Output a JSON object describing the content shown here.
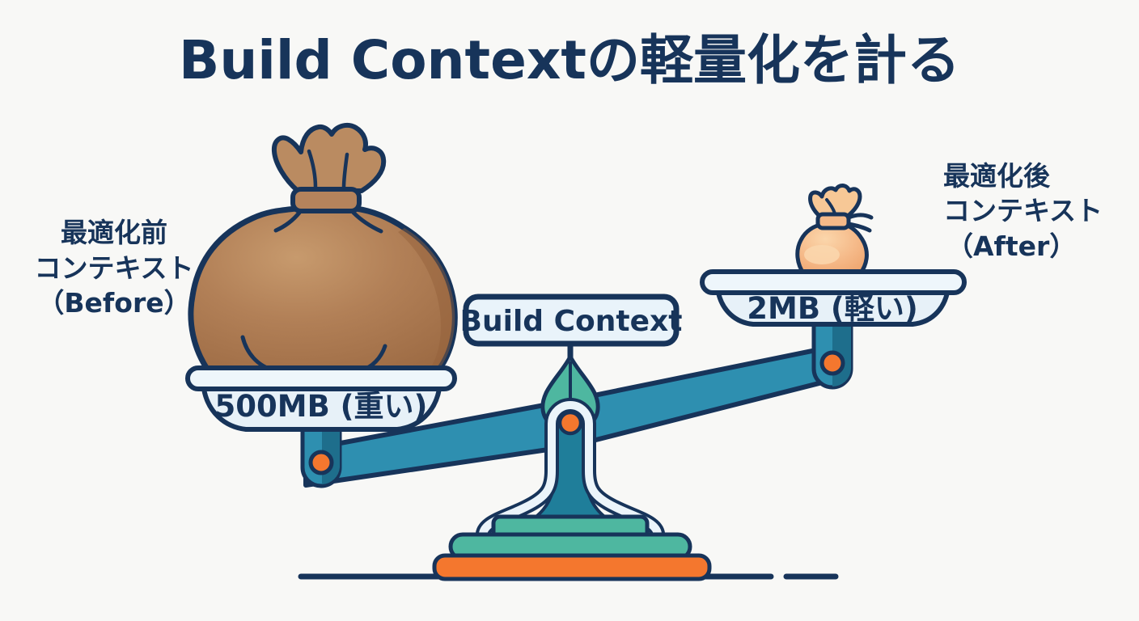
{
  "title": "Build Contextの軽量化を計る",
  "labels": {
    "before": {
      "line1": "最適化前",
      "line2": "コンテキスト",
      "line3": "（Before）"
    },
    "after": {
      "line1": "最適化後",
      "line2": "コンテキスト",
      "line3": "（After）"
    }
  },
  "scale": {
    "beam_label": "Build Context",
    "heavy_pan_label": "500MB (重い)",
    "light_pan_label": "2MB (軽い)"
  },
  "colors": {
    "outline_navy": "#17345a",
    "beam_teal": "#2e8fb0",
    "pedestal_dark_teal": "#1f7e9a",
    "pedestal_green_teal": "#4eb7a0",
    "pivot_orange": "#f4772e",
    "pan_fill": "#e7f1f8",
    "label_box_fill": "#e9f3fa",
    "heavy_sack_brown": "#b28059",
    "light_sack_peach": "#f5b988",
    "background": "#f8f8f6"
  }
}
